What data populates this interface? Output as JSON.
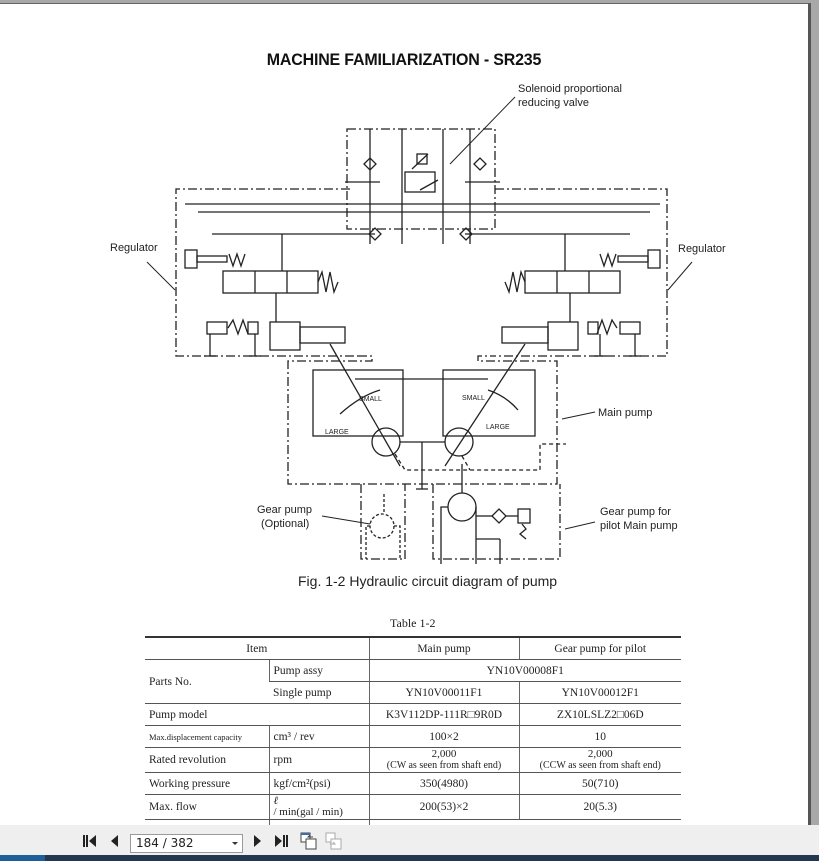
{
  "document": {
    "title": "MACHINE FAMILIARIZATION - SR235",
    "diagram_labels": {
      "solenoid_line1": "Solenoid proportional",
      "solenoid_line2": "reducing valve",
      "regulator_left": "Regulator",
      "regulator_right": "Regulator",
      "main_pump": "Main pump",
      "gear_pump_optional_line1": "Gear pump",
      "gear_pump_optional_line2": "(Optional)",
      "gear_pump_pilot_line1": "Gear pump for",
      "gear_pump_pilot_line2": "pilot Main pump",
      "small_left": "SMALL",
      "large_left": "LARGE",
      "small_right": "SMALL",
      "large_right": "LARGE"
    },
    "figure_caption": "Fig. 1-2  Hydraulic circuit diagram of pump",
    "table_title": "Table 1-2",
    "table": {
      "header": {
        "item": "Item",
        "main_pump": "Main pump",
        "gear_pump": "Gear pump for pilot"
      },
      "rows": {
        "parts_no": {
          "label": "Parts No.",
          "pump_assy_label": "Pump assy",
          "pump_assy_value": "YN10V00008F1",
          "single_pump_label": "Single pump",
          "single_main": "YN10V00011F1",
          "single_gear": "YN10V00012F1"
        },
        "pump_model": {
          "label": "Pump model",
          "main": "K3V112DP-111R□9R0D",
          "gear": "ZX10LSLZ2□06D"
        },
        "displacement": {
          "label": "Max.displacement capacity",
          "unit": "cm³ / rev",
          "main": "100×2",
          "gear": "10"
        },
        "revolution": {
          "label": "Rated revolution",
          "unit": "rpm",
          "main": "2,000",
          "main_note": "(CW as seen from shaft end)",
          "gear": "2,000",
          "gear_note": "(CCW as seen from shaft end)"
        },
        "pressure": {
          "label": "Working pressure",
          "unit": "kgf/cm²(psi)",
          "main": "350(4980)",
          "gear": "50(710)"
        },
        "flow": {
          "label": "Max. flow",
          "unit_line1": "ℓ",
          "unit_line2": "/ min(gal / min)",
          "main": "200(53)×2",
          "gear": "20(5.3)"
        }
      }
    }
  },
  "toolbar": {
    "first_page_icon": "first-page-icon",
    "prev_page_icon": "prev-page-icon",
    "page_indicator": "184 / 382",
    "next_page_icon": "next-page-icon",
    "last_page_icon": "last-page-icon",
    "back_view_icon": "previous-view-icon",
    "forward_view_icon": "next-view-icon"
  },
  "colors": {
    "page_bg": "#ffffff",
    "viewer_bg": "#a8a8a8",
    "toolbar_bg": "#efefef",
    "statusbar": "#233850",
    "status_progress": "#1f5f99"
  }
}
